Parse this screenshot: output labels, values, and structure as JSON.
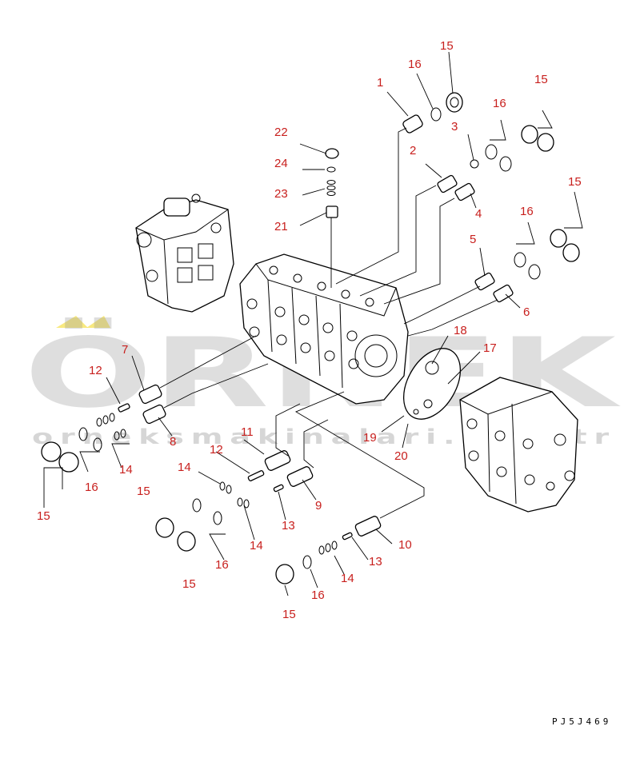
{
  "watermark": {
    "big": "ÖRNEK",
    "small": "orneksmakinalari.com.tr",
    "accent_color": "#f5e04a"
  },
  "drawing_code": "PJ5J469",
  "label_color": "#c8201e",
  "callouts": [
    {
      "id": "c15a",
      "text": "15"
    },
    {
      "id": "c16a",
      "text": "16"
    },
    {
      "id": "c1",
      "text": "1"
    },
    {
      "id": "c3",
      "text": "3"
    },
    {
      "id": "c2",
      "text": "2"
    },
    {
      "id": "c15b",
      "text": "15"
    },
    {
      "id": "c16b",
      "text": "16"
    },
    {
      "id": "c22",
      "text": "22"
    },
    {
      "id": "c24",
      "text": "24"
    },
    {
      "id": "c23",
      "text": "23"
    },
    {
      "id": "c21",
      "text": "21"
    },
    {
      "id": "c4",
      "text": "4"
    },
    {
      "id": "c15c",
      "text": "15"
    },
    {
      "id": "c16c",
      "text": "16"
    },
    {
      "id": "c5",
      "text": "5"
    },
    {
      "id": "c6",
      "text": "6"
    },
    {
      "id": "c7",
      "text": "7"
    },
    {
      "id": "c18",
      "text": "18"
    },
    {
      "id": "c17",
      "text": "17"
    },
    {
      "id": "c12a",
      "text": "12"
    },
    {
      "id": "c8",
      "text": "8"
    },
    {
      "id": "c19",
      "text": "19"
    },
    {
      "id": "c20",
      "text": "20"
    },
    {
      "id": "c11",
      "text": "11"
    },
    {
      "id": "c14a",
      "text": "14"
    },
    {
      "id": "c16d",
      "text": "16"
    },
    {
      "id": "c15d",
      "text": "15"
    },
    {
      "id": "c12b",
      "text": "12"
    },
    {
      "id": "c14b",
      "text": "14"
    },
    {
      "id": "c9",
      "text": "9"
    },
    {
      "id": "c15e",
      "text": "15"
    },
    {
      "id": "c13a",
      "text": "13"
    },
    {
      "id": "c14c",
      "text": "14"
    },
    {
      "id": "c16e",
      "text": "16"
    },
    {
      "id": "c10",
      "text": "10"
    },
    {
      "id": "c15f",
      "text": "15"
    },
    {
      "id": "c13b",
      "text": "13"
    },
    {
      "id": "c14d",
      "text": "14"
    },
    {
      "id": "c16f",
      "text": "16"
    },
    {
      "id": "c15g",
      "text": "15"
    }
  ]
}
